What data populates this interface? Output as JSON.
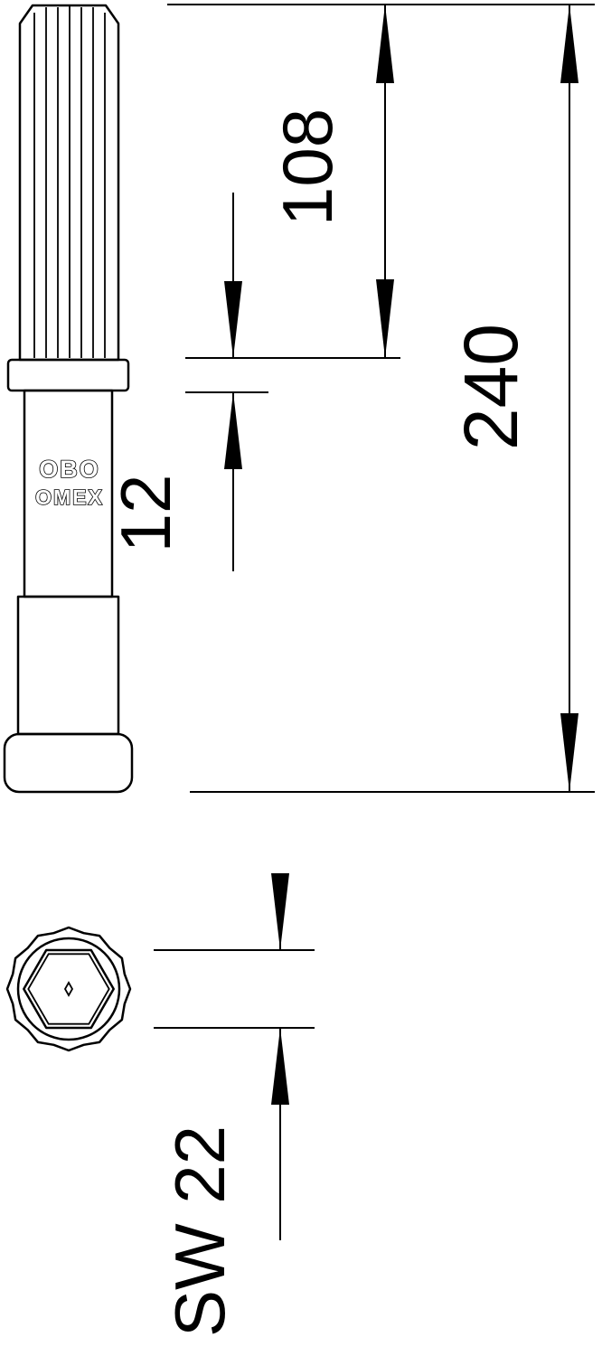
{
  "drawing": {
    "type": "technical-dimension-drawing",
    "dims": {
      "d108": "108",
      "d240": "240",
      "d12": "12",
      "sw": "SW 22"
    },
    "logo": {
      "line1": "OBO",
      "line2": "OMEX"
    },
    "colors": {
      "line": "#000000",
      "background": "#ffffff"
    }
  }
}
